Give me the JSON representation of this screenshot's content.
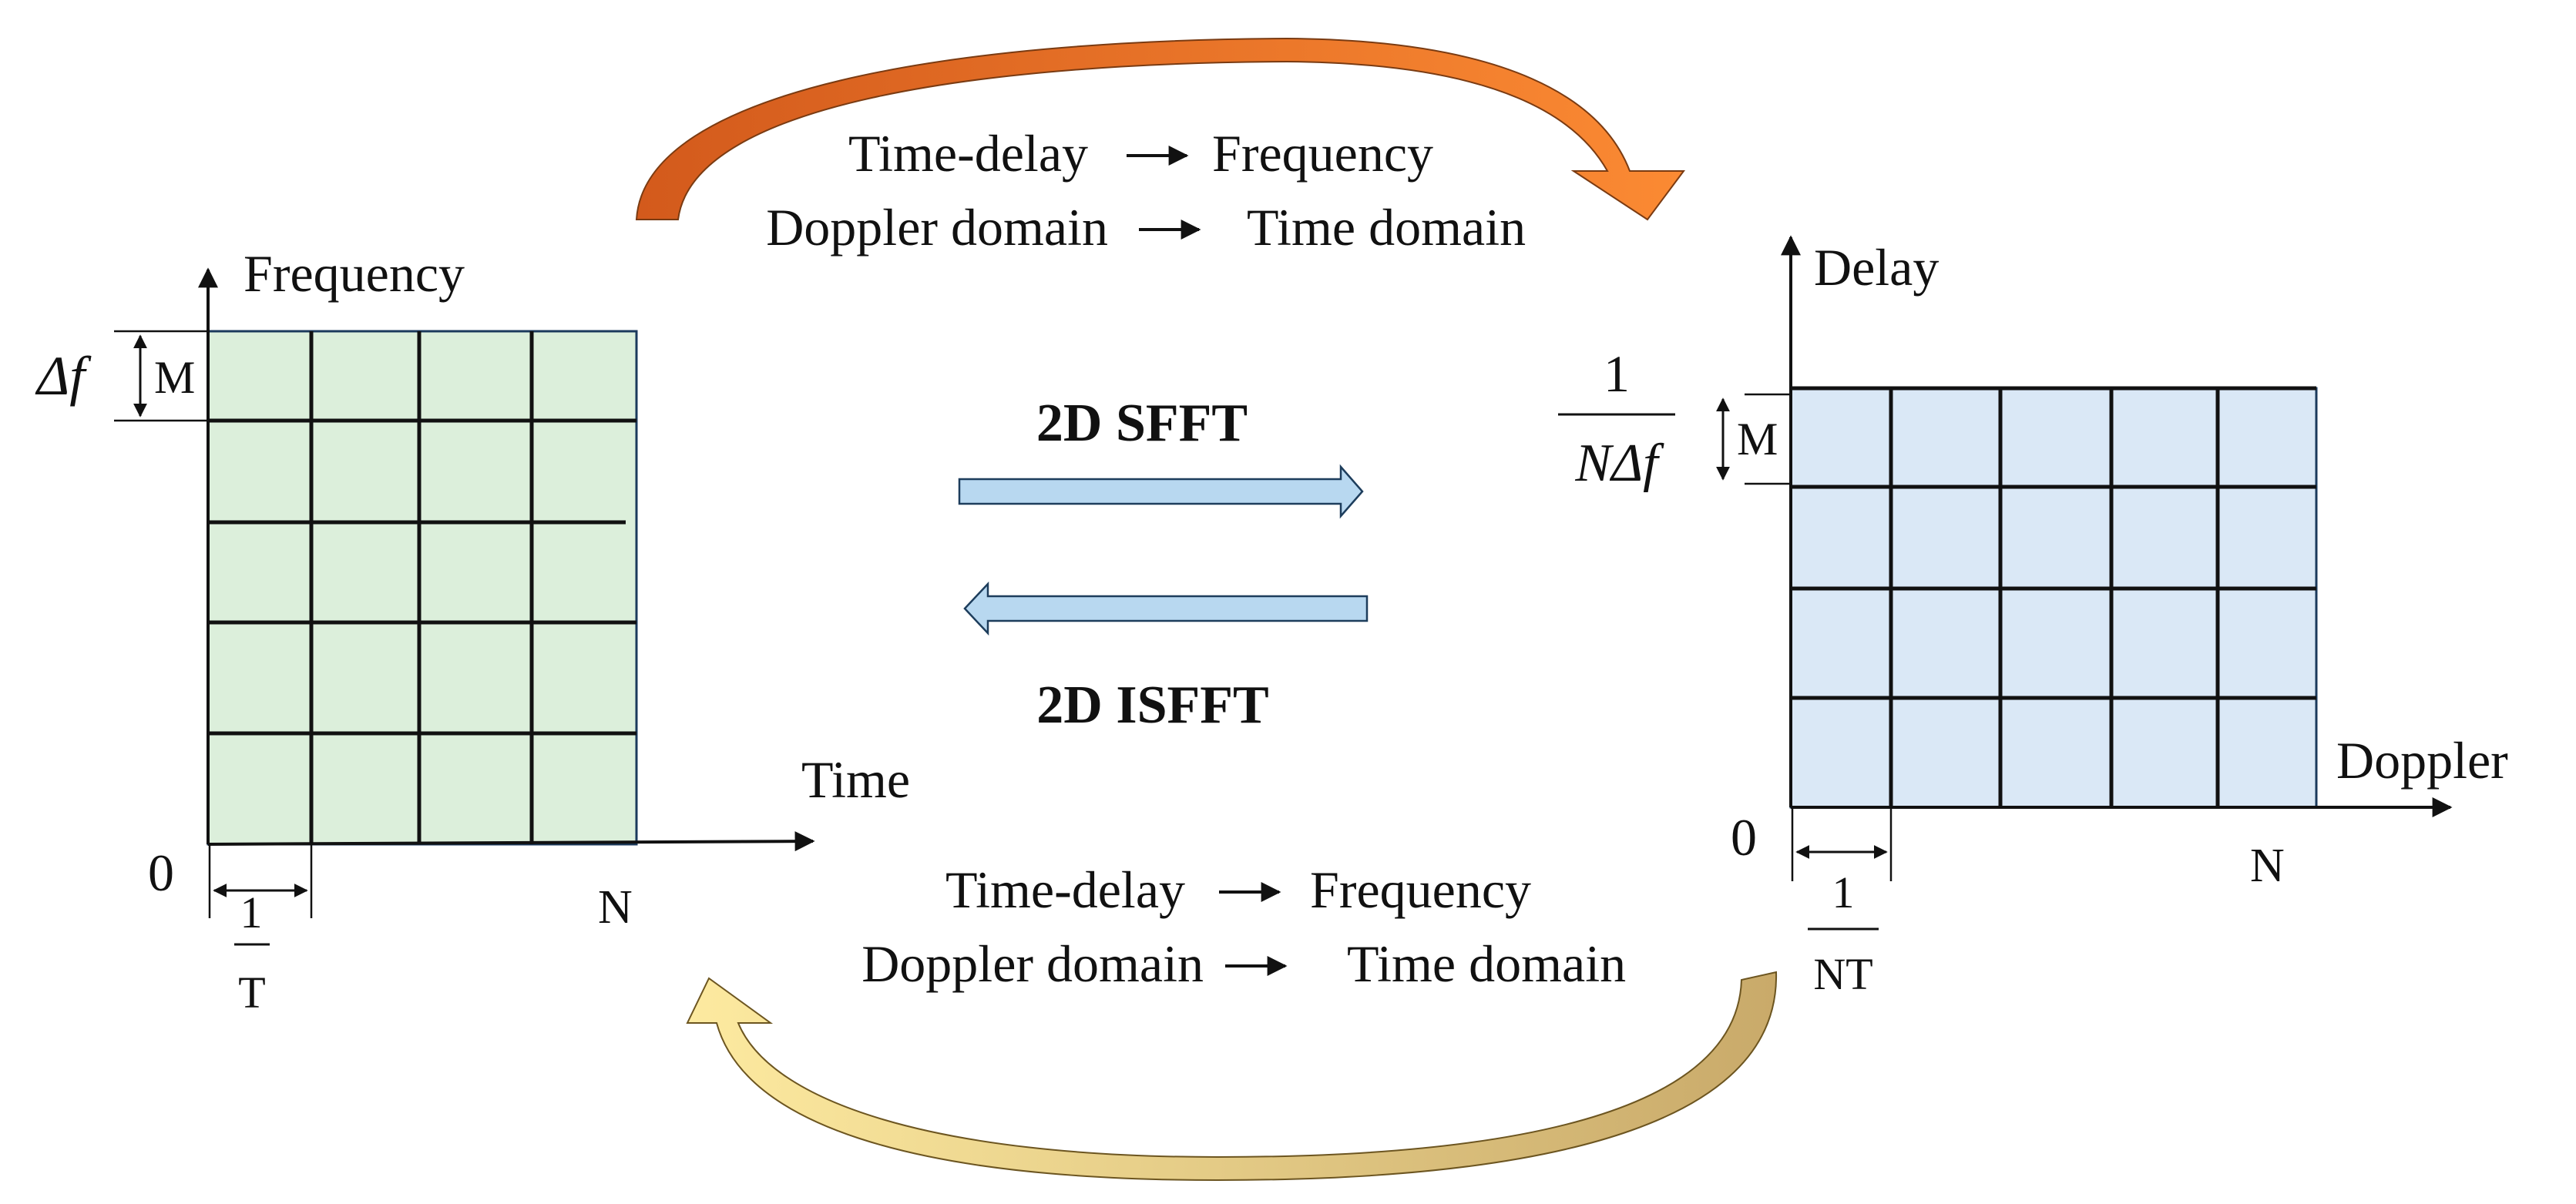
{
  "top_caption": {
    "line1_left": "Time-delay",
    "line1_right": "Frequency",
    "line2_left": "Doppler domain",
    "line2_right": "Time domain"
  },
  "bottom_caption": {
    "line1_left": "Time-delay",
    "line1_right": "Frequency",
    "line2_left": "Doppler domain",
    "line2_right": "Time domain"
  },
  "transforms": {
    "forward": "2D SFFT",
    "inverse": "2D ISFFT"
  },
  "left_grid": {
    "y_axis_label": "Frequency",
    "x_axis_label": "Time",
    "origin": "0",
    "x_end": "N",
    "cell_height_symbol": "Δf",
    "cell_height_count": "M",
    "cell_width_num": "1",
    "cell_width_den": "T",
    "rows": 5,
    "cols": 4,
    "fill": "#dcefdb"
  },
  "right_grid": {
    "y_axis_label": "Delay",
    "x_axis_label": "Doppler",
    "origin": "0",
    "x_end": "N",
    "cell_height_num": "1",
    "cell_height_den": "NΔf",
    "cell_height_count": "M",
    "cell_width_num": "1",
    "cell_width_den": "NT",
    "rows": 4,
    "cols": 5,
    "fill": "#dae8f6"
  },
  "colors": {
    "top_arrow": "#f07c2c",
    "bottom_arrow": "#d9b45f",
    "transform_arrow": "#b6d7ef",
    "grid_line": "#111111"
  }
}
